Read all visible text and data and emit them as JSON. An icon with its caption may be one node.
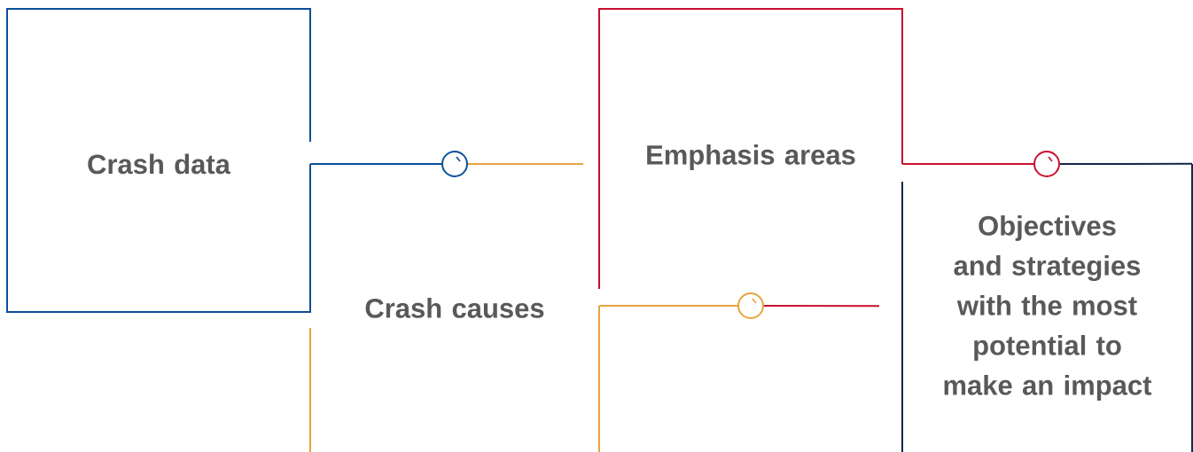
{
  "diagram": {
    "nodes": [
      {
        "text": [
          "Crash data"
        ]
      },
      {
        "text": [
          "Crash causes"
        ]
      },
      {
        "text": [
          "Emphasis areas"
        ]
      },
      {
        "text": [
          "Objectives and strategies with the most potential to make an impact"
        ]
      },
      {
        "text": [],
        "shape": "circle"
      },
      {
        "text": [],
        "shape": "circle"
      },
      {
        "text": [],
        "shape": "circle"
      }
    ],
    "edges": [
      {
        "from": 0,
        "to": 4,
        "arrow": "none",
        "color": "#0a4f9c"
      },
      {
        "from": 4,
        "to": null,
        "arrow": "none",
        "color": "#e8a33d"
      },
      {
        "from": 1,
        "to": 5,
        "arrow": "none",
        "color": "#e8a33d"
      },
      {
        "from": 5,
        "to": 2,
        "arrow": "none",
        "color": "#c8102e"
      },
      {
        "from": 2,
        "to": 6,
        "arrow": "none",
        "color": "#c8102e"
      },
      {
        "from": 6,
        "to": 3,
        "arrow": "none",
        "color": "#14264a"
      }
    ]
  }
}
